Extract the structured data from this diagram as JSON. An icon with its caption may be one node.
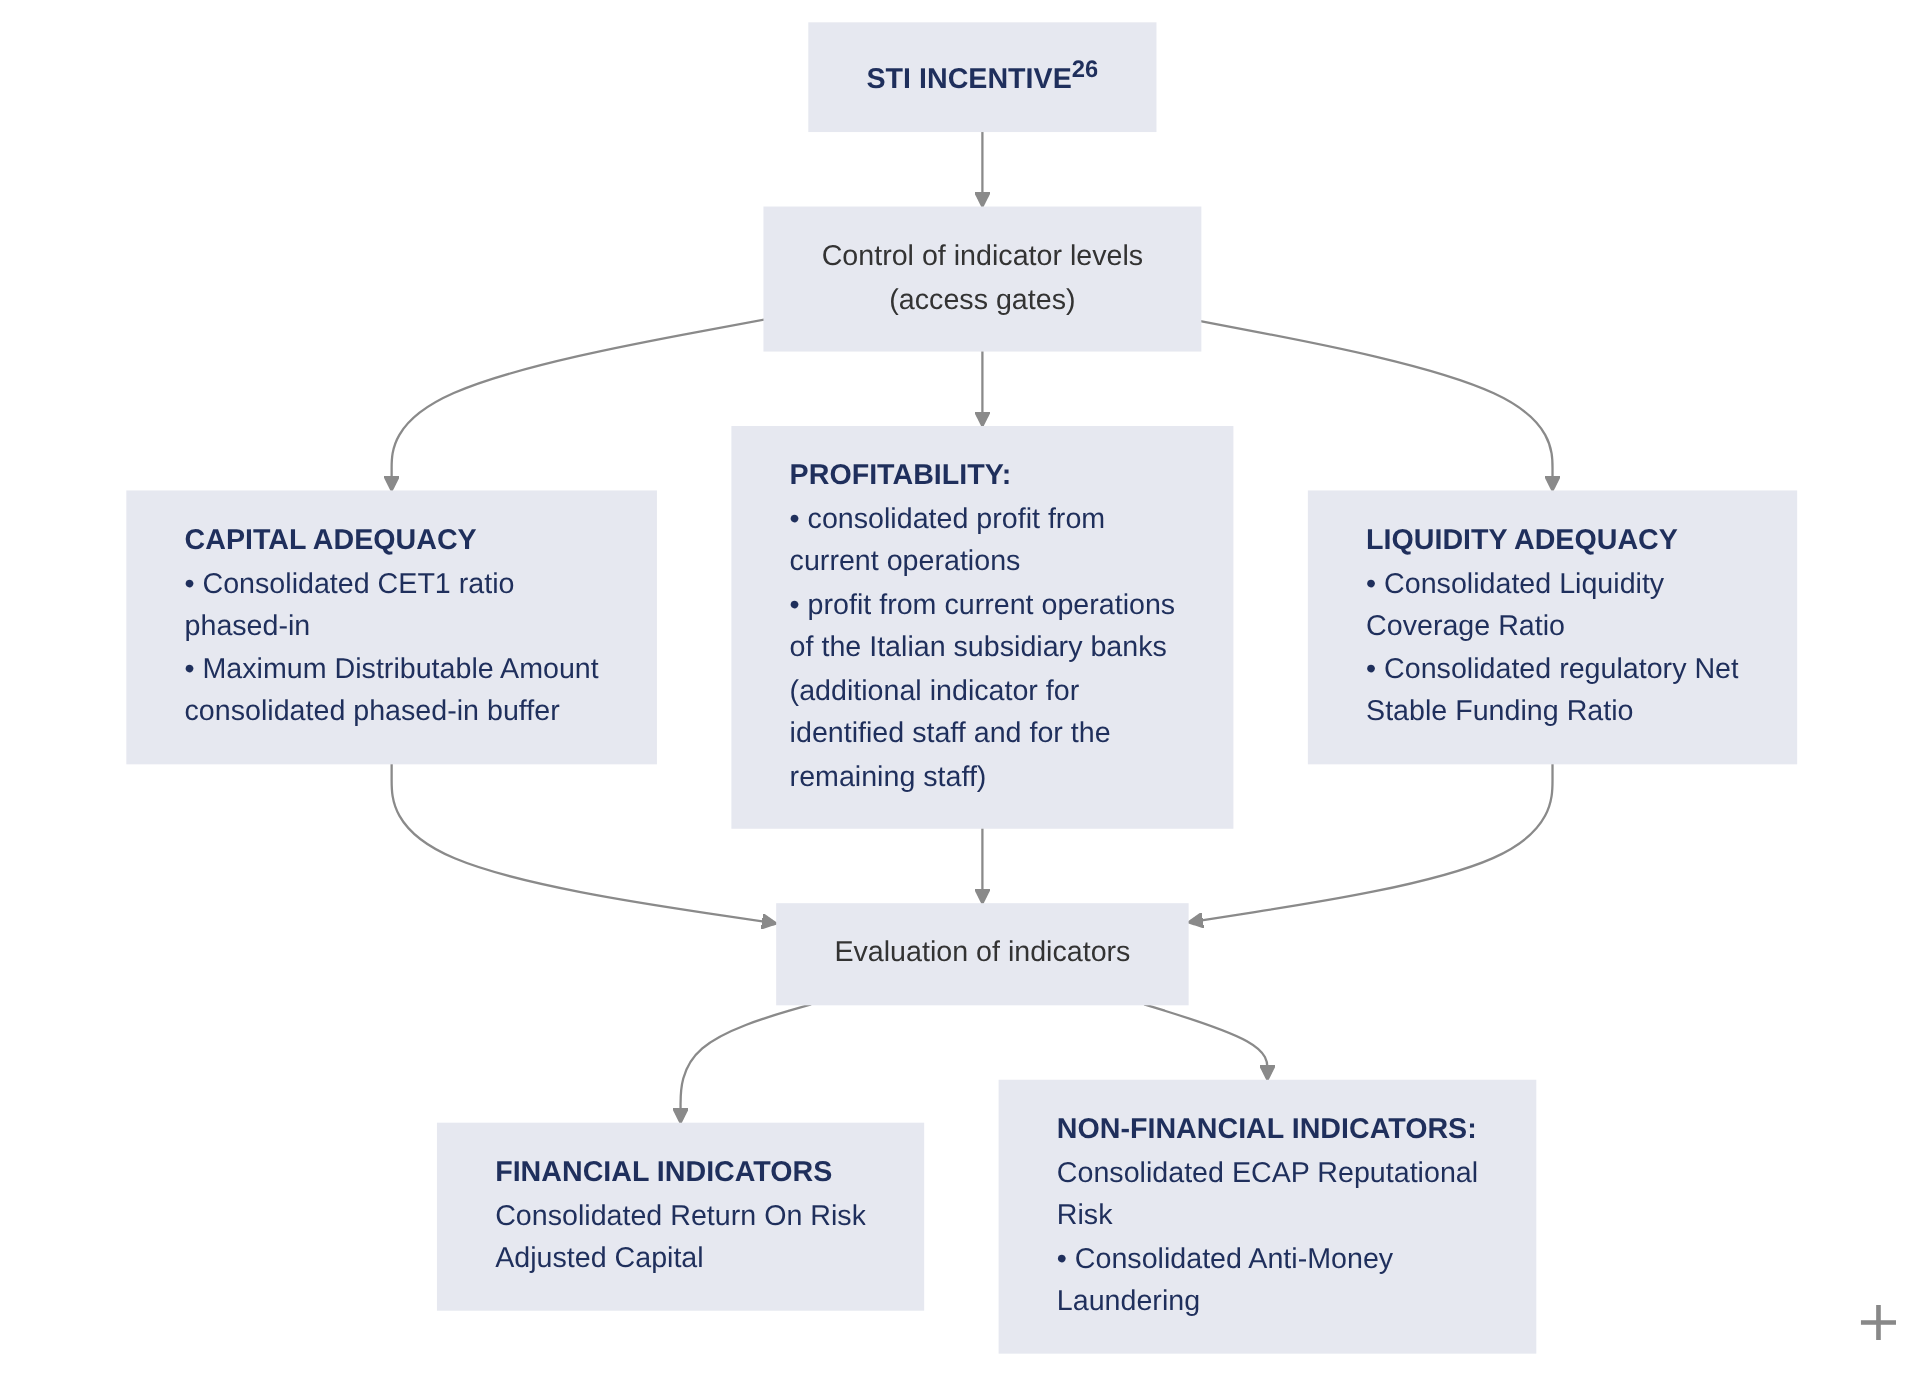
{
  "diagram": {
    "nodes": [
      {
        "text": [
          "STI INCENTIVE$^{26}$"
        ]
      },
      {
        "text": [
          "Control of indicator levels (access gates)"
        ]
      },
      {
        "text": [
          "PROFITABILITY:",
          "• consolidated profit from current operations",
          "• profit from current operations of the Italian subsidiary banks (additional indicator for identified staff and for the remaining staff)"
        ]
      },
      {
        "text": [
          "CAPITAL ADEQUACY",
          "• Consolidated CET1 ratio phased-in",
          "• Maximum Distributable Amount consolidated phased-in buffer"
        ]
      },
      {
        "text": [
          "LIQUIDITY ADEQUACY",
          "• Consolidated Liquidity Coverage Ratio",
          "• Consolidated regulatory Net Stable Funding Ratio"
        ]
      },
      {
        "text": [
          "Evaluation of indicators"
        ]
      },
      {
        "text": [
          "FINANCIAL INDICATORS",
          "Consolidated Return On Risk Adjusted Capital"
        ]
      },
      {
        "text": [
          "NON-FINANCIAL INDICATORS:",
          "Consolidated ECAP Reputational Risk",
          "• Consolidated Anti-Money Laundering"
        ]
      }
    ],
    "edges": [
      {
        "from": 0,
        "to": 1,
        "arrow": "to"
      },
      {
        "from": 1,
        "to": 2,
        "arrow": "to"
      },
      {
        "from": 1,
        "to": 3,
        "arrow": "to"
      },
      {
        "from": 1,
        "to": 4,
        "arrow": "to"
      },
      {
        "from": 3,
        "to": 5,
        "arrow": "to"
      },
      {
        "from": 2,
        "to": 5,
        "arrow": "to"
      },
      {
        "from": 4,
        "to": 5,
        "arrow": "to"
      },
      {
        "from": 5,
        "to": 6,
        "arrow": "to"
      },
      {
        "from": 5,
        "to": 7,
        "arrow": "to"
      }
    ],
    "labels": [
      "+"
    ]
  }
}
